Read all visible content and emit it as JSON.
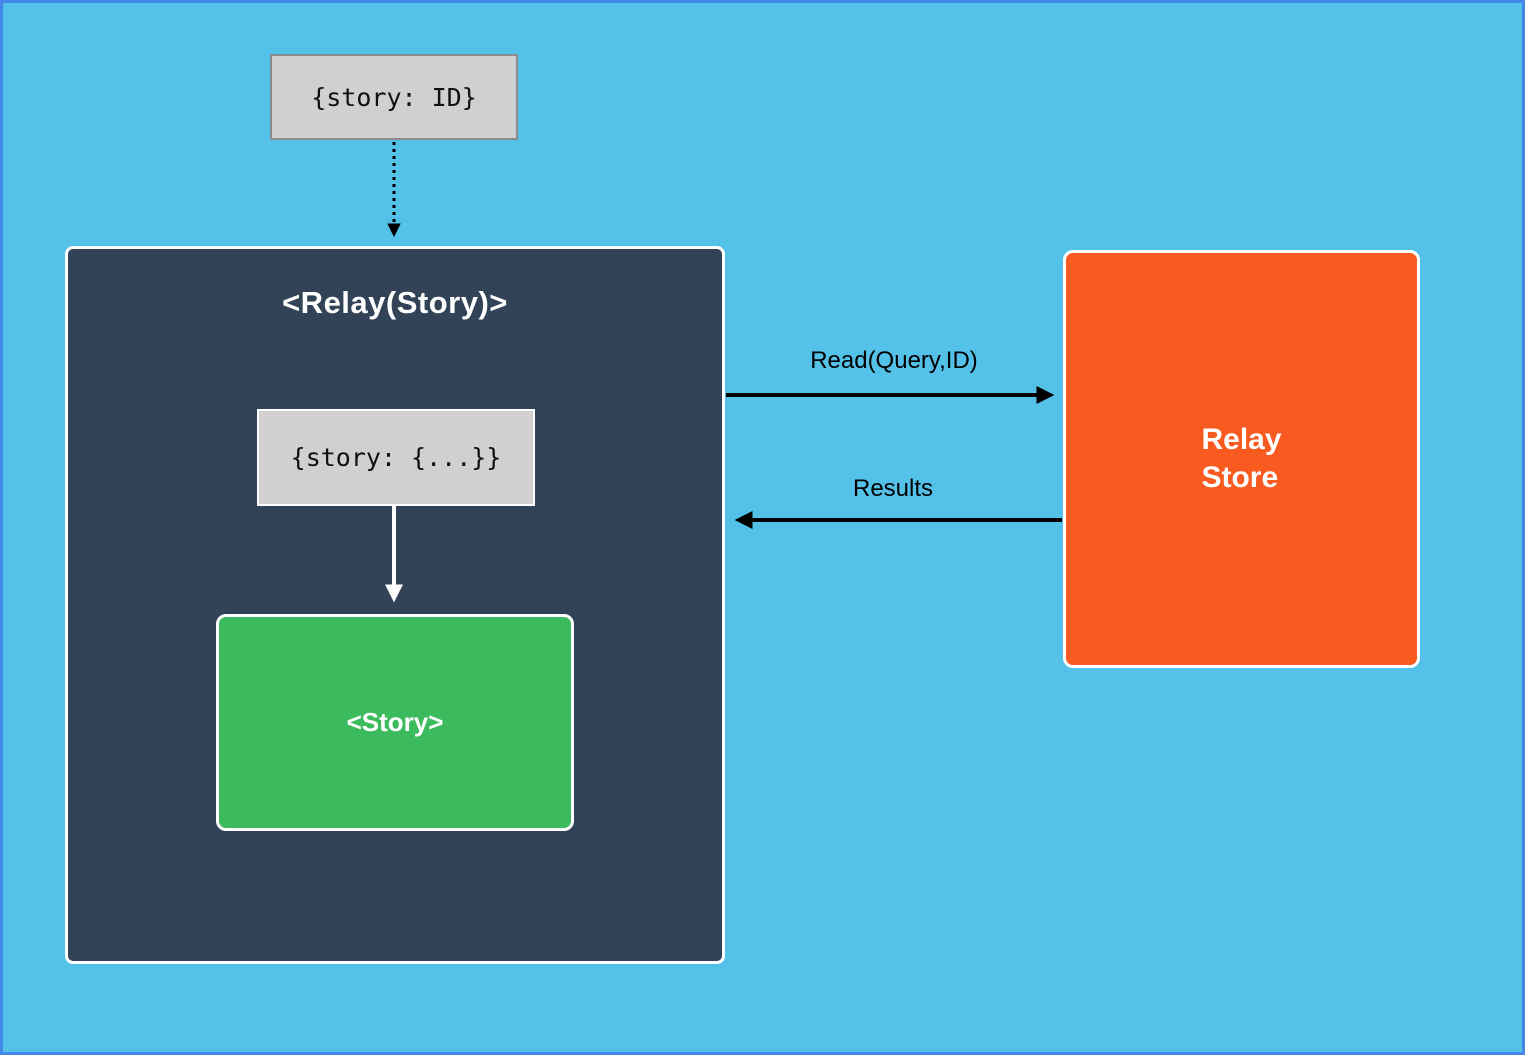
{
  "diagram": {
    "top_props_box": {
      "text": "{story: ID}"
    },
    "relay_container": {
      "title": "<Relay(Story)>",
      "props_box": {
        "text": "{story: {...}}"
      },
      "story_box": {
        "label": "<Story>"
      }
    },
    "store_box": {
      "line1": "Relay",
      "line2": "Store"
    },
    "arrows": {
      "read": {
        "label": "Read(Query,ID)"
      },
      "results": {
        "label": "Results"
      }
    }
  },
  "colors": {
    "background": "#54c1e9",
    "canvas_border": "#4587e9",
    "relay_container": "#334357",
    "story_green": "#3cba5e",
    "store_orange": "#f85a20",
    "props_gray": "#d0d0d0",
    "props_gray_border": "#8c8c8c",
    "arrow_black": "#000000",
    "arrow_white": "#ffffff"
  }
}
